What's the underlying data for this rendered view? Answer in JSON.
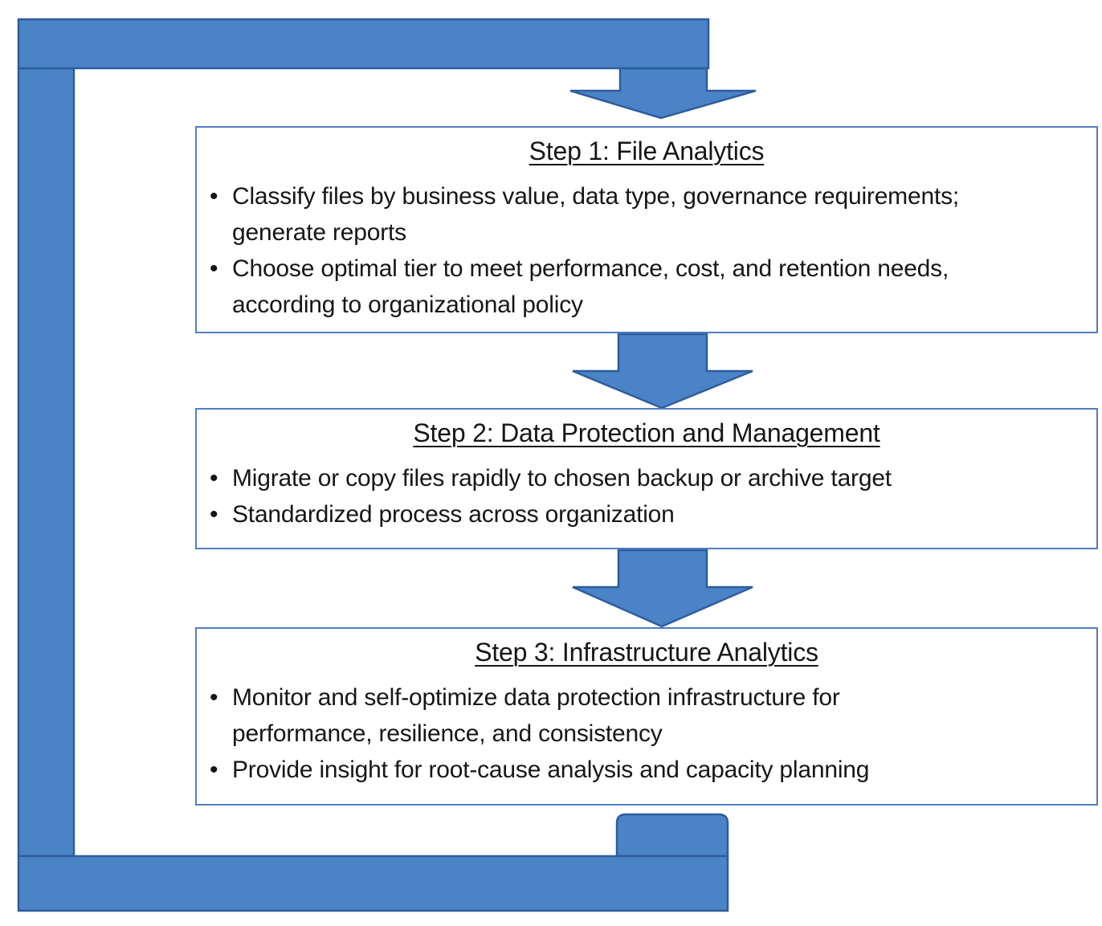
{
  "diagram": {
    "bullet_char": "•",
    "colors": {
      "shape_fill": "#4a83c6",
      "shape_border": "#2f5d9d",
      "box_border": "#4f7ec4",
      "text": "#161616",
      "background": "#ffffff"
    },
    "steps": [
      {
        "title": "Step 1: File Analytics",
        "bullets": [
          {
            "lines": [
              "Classify files by business value, data type, governance requirements;",
              "generate reports"
            ]
          },
          {
            "lines": [
              "Choose optimal tier to meet performance, cost, and retention needs,",
              "according to organizational policy"
            ]
          }
        ]
      },
      {
        "title": "Step 2: Data Protection and Management",
        "bullets": [
          {
            "lines": [
              "Migrate or copy files rapidly to chosen backup or archive target"
            ]
          },
          {
            "lines": [
              "Standardized process across organization"
            ]
          }
        ]
      },
      {
        "title": "Step 3: Infrastructure Analytics",
        "bullets": [
          {
            "lines": [
              "Monitor and self-optimize data protection infrastructure for",
              "performance, resilience, and consistency"
            ]
          },
          {
            "lines": [
              "Provide insight for root-cause analysis and capacity planning"
            ]
          }
        ]
      }
    ]
  }
}
